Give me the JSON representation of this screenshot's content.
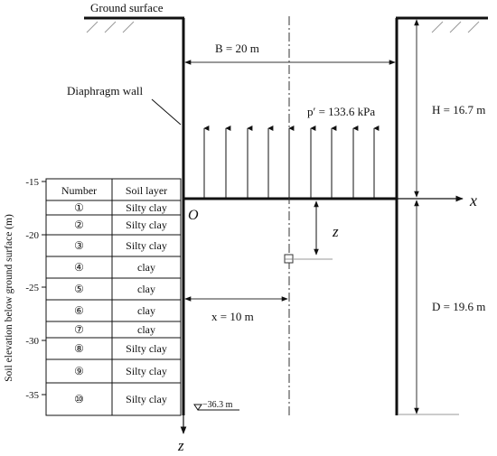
{
  "labels": {
    "ground_surface": "Ground surface",
    "diaphragm_wall": "Diaphragm wall",
    "width_B": "B = 20 m",
    "height_H": "H = 16.7 m",
    "depth_D": "D = 19.6 m",
    "pressure": "p′ = 133.6 kPa",
    "origin": "O",
    "x_axis": "x",
    "z_axis": "z",
    "z_marker": "z",
    "x_position": "x = 10 m",
    "wall_toe": "−36.3 m"
  },
  "axis": {
    "title": "Soil elevation below ground surface (m)",
    "ticks": [
      "-15",
      "-20",
      "-25",
      "-30",
      "-35"
    ]
  },
  "table": {
    "headers": [
      "Number",
      "Soil layer"
    ],
    "rows": [
      {
        "number": "①",
        "soil": "Silty clay"
      },
      {
        "number": "②",
        "soil": "Silty clay"
      },
      {
        "number": "③",
        "soil": "Silty clay"
      },
      {
        "number": "④",
        "soil": "clay"
      },
      {
        "number": "⑤",
        "soil": "clay"
      },
      {
        "number": "⑥",
        "soil": "clay"
      },
      {
        "number": "⑦",
        "soil": "clay"
      },
      {
        "number": "⑧",
        "soil": "Silty clay"
      },
      {
        "number": "⑨",
        "soil": "Silty clay"
      },
      {
        "number": "⑩",
        "soil": "Silty clay"
      }
    ]
  },
  "colors": {
    "line": "#111111",
    "dim_line": "#333333",
    "hatch": "#999999"
  }
}
